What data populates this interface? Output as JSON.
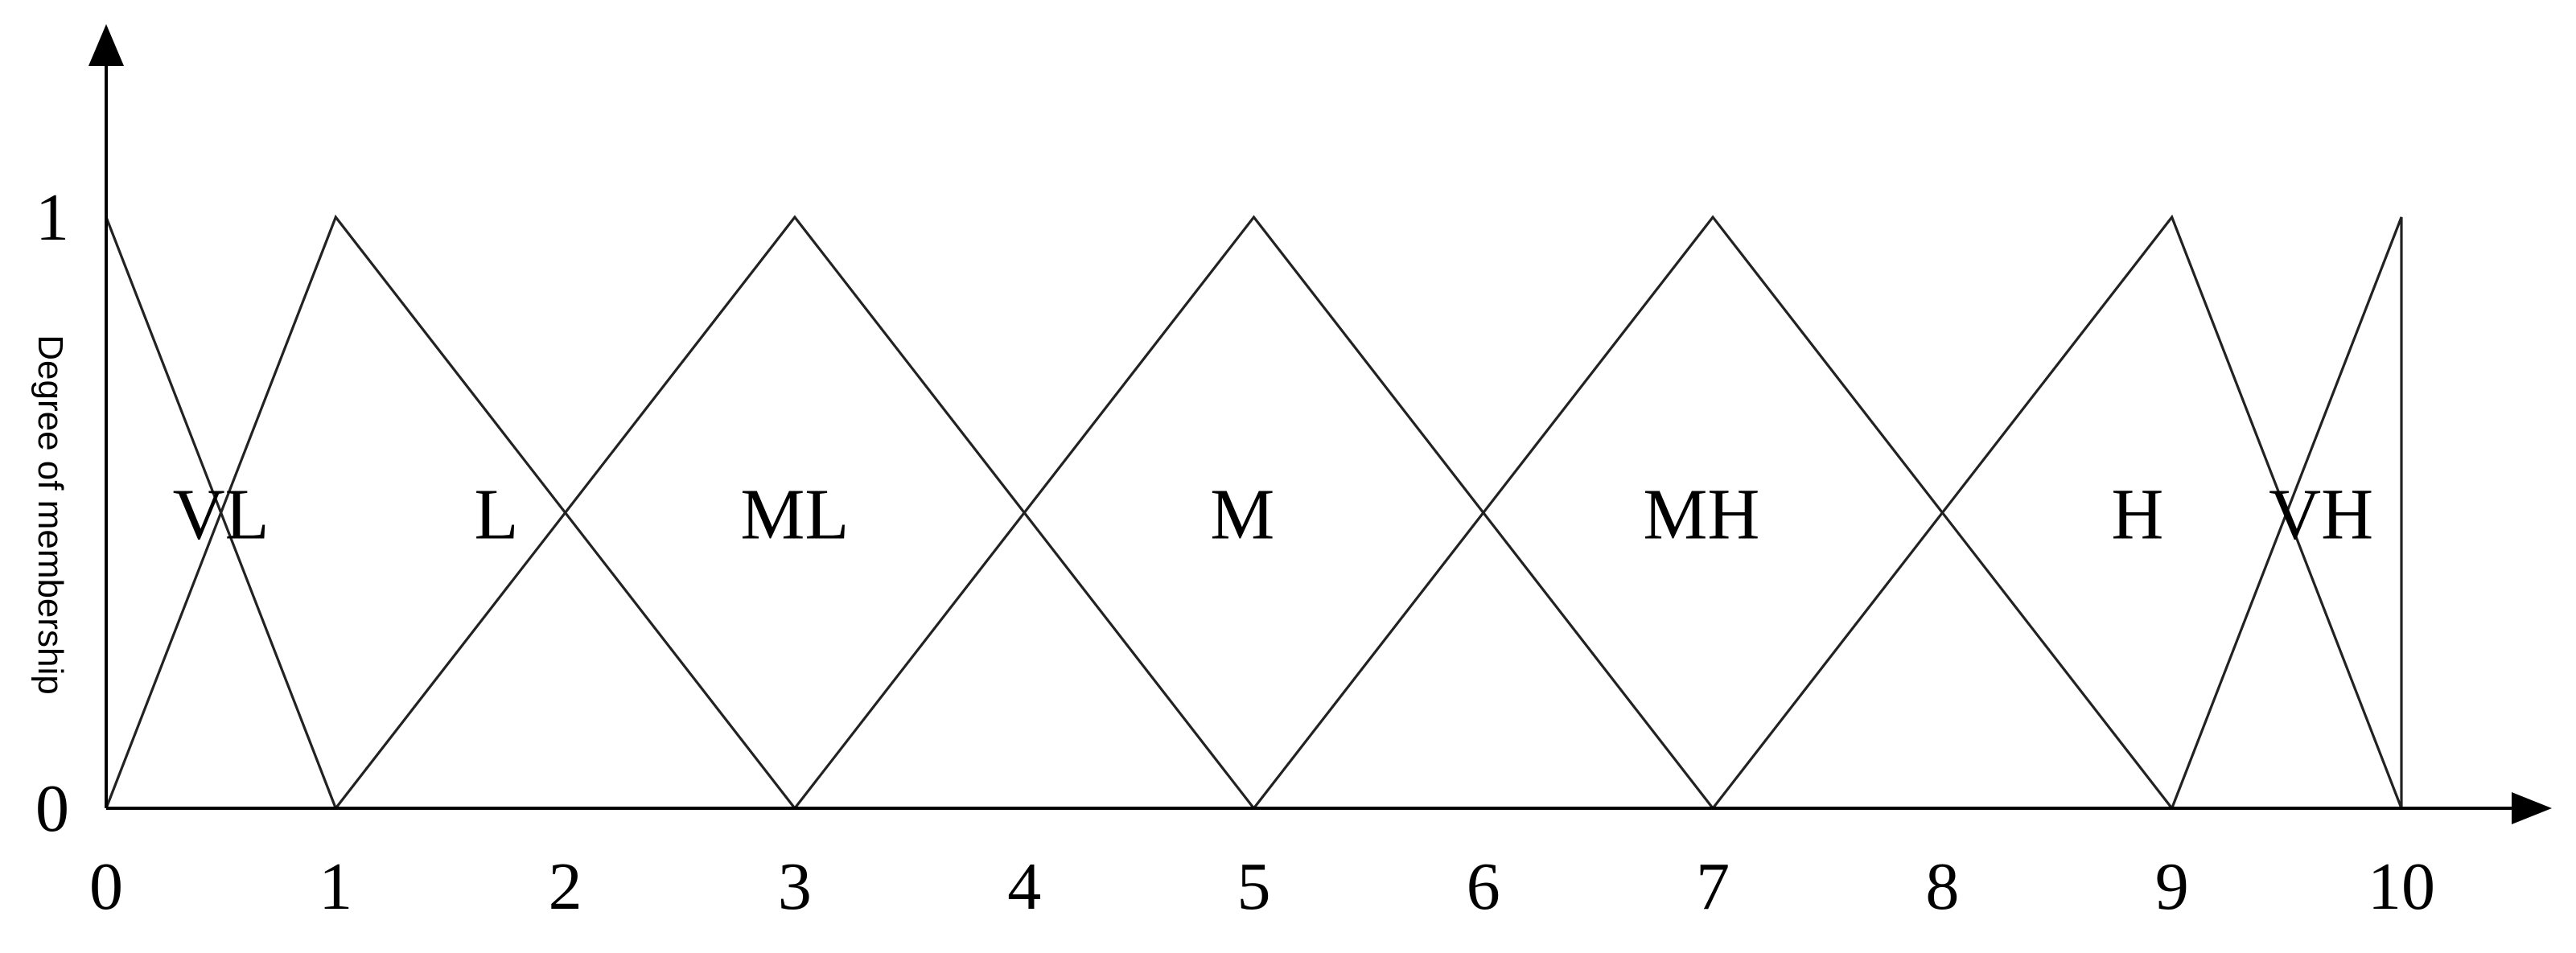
{
  "chart_data": {
    "type": "line",
    "title": "",
    "xlabel": "",
    "ylabel": "Degree of membership",
    "xlim": [
      0,
      10
    ],
    "ylim": [
      0,
      1
    ],
    "x_ticks": [
      0,
      1,
      2,
      3,
      4,
      5,
      6,
      7,
      8,
      9,
      10
    ],
    "y_ticks": [
      0,
      1
    ],
    "grid": false,
    "legend": "none",
    "line_color": "#222222",
    "series": [
      {
        "label": "VL",
        "label_x": 0.5,
        "x": [
          0,
          0,
          1
        ],
        "y": [
          0,
          1,
          0
        ]
      },
      {
        "label": "L",
        "label_x": 1.7,
        "x": [
          0,
          1,
          3
        ],
        "y": [
          0,
          1,
          0
        ]
      },
      {
        "label": "ML",
        "label_x": 3.0,
        "x": [
          1,
          3,
          5
        ],
        "y": [
          0,
          1,
          0
        ]
      },
      {
        "label": "M",
        "label_x": 4.95,
        "x": [
          3,
          5,
          7
        ],
        "y": [
          0,
          1,
          0
        ]
      },
      {
        "label": "MH",
        "label_x": 6.95,
        "x": [
          5,
          7,
          9
        ],
        "y": [
          0,
          1,
          0
        ]
      },
      {
        "label": "H",
        "label_x": 8.85,
        "x": [
          7,
          9,
          10
        ],
        "y": [
          0,
          1,
          0
        ]
      },
      {
        "label": "VH",
        "label_x": 9.65,
        "x": [
          9,
          10,
          10
        ],
        "y": [
          0,
          1,
          0
        ]
      }
    ]
  }
}
